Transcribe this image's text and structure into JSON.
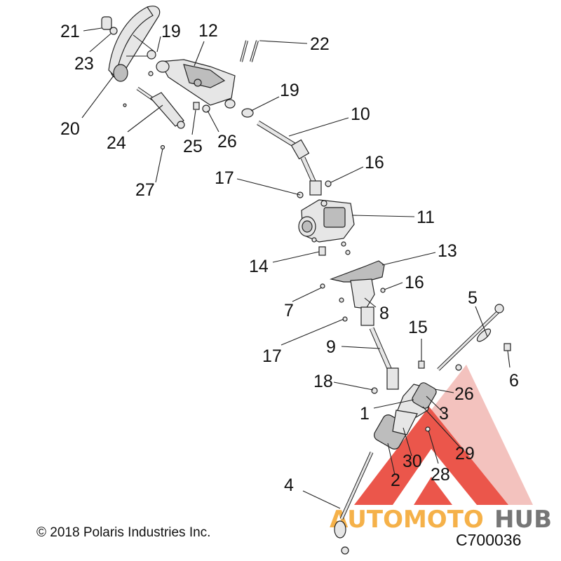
{
  "callouts": [
    "21",
    "19",
    "12",
    "22",
    "23",
    "20",
    "24",
    "25",
    "26",
    "19",
    "10",
    "16",
    "17",
    "27",
    "11",
    "14",
    "13",
    "16",
    "7",
    "8",
    "5",
    "17",
    "9",
    "15",
    "6",
    "18",
    "26",
    "1",
    "3",
    "29",
    "30",
    "28",
    "2",
    "4"
  ],
  "copyright": "© 2018 Polaris Industries Inc.",
  "diagram_code": "C700036",
  "watermark": {
    "part1": "AUTOMOTO",
    "part2": "HUB",
    "color_red": "#e8392c",
    "color_orange": "#f4a42a",
    "color_gray": "#5f5f5f"
  }
}
